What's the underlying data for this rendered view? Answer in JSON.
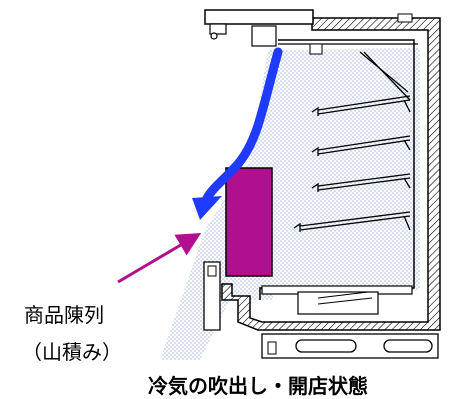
{
  "diagram": {
    "label_line1": "商品陳列",
    "label_line2": "（山積み）",
    "caption": "冷気の吹出し・開店状態",
    "colors": {
      "airflow": "#1f3bff",
      "product": "#b0108f",
      "pointer": "#b0108f",
      "mist": "#b7c9e8",
      "line": "#000000"
    }
  }
}
